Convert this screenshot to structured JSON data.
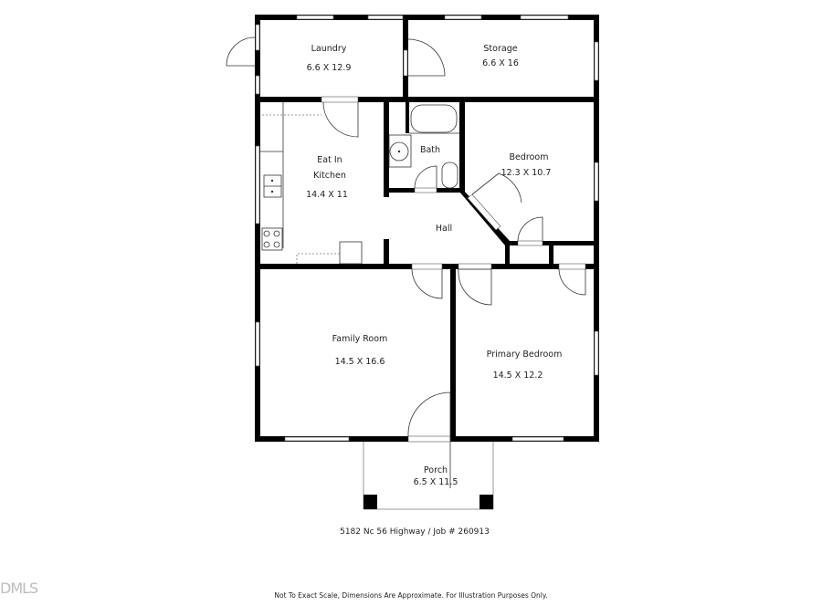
{
  "rooms": [
    {
      "name": "Laundry",
      "dims": "6.6 X 12.9"
    },
    {
      "name": "Storage",
      "dims": "6.6 X 16"
    },
    {
      "name_line1": "Eat In",
      "name_line2": "Kitchen",
      "dims": "14.4 X 11"
    },
    {
      "name": "Bath"
    },
    {
      "name": "Bedroom",
      "dims": "12.3 X 10.7"
    },
    {
      "name": "Hall"
    },
    {
      "name": "Family Room",
      "dims": "14.5 X 16.6"
    },
    {
      "name": "Primary Bedroom",
      "dims": "14.5 X 12.2"
    },
    {
      "name": "Porch",
      "dims": "6.5 X 11.5"
    }
  ],
  "footer": {
    "address": "5182 Nc 56 Highway / Job # 260913",
    "disclaimer": "Not To Exact Scale, Dimensions Are Approximate. For Illustration Purposes Only."
  },
  "watermark": "DMLS"
}
